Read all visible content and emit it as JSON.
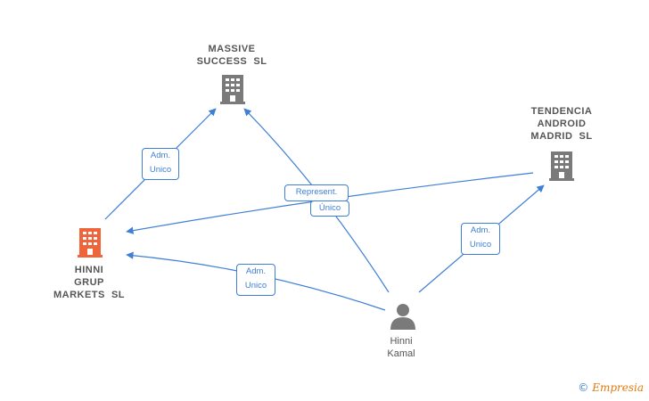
{
  "colors": {
    "edge": "#3f7fd6",
    "company_gray": "#7a7a7a",
    "company_highlight": "#f0643c",
    "person_gray": "#7a7a7a"
  },
  "nodes": {
    "massive": {
      "label": "MASSIVE\nSUCCESS  SL",
      "icon": "building-icon"
    },
    "tendencia": {
      "label": "TENDENCIA\nANDROID\nMADRID  SL",
      "icon": "building-icon"
    },
    "hinni_grup": {
      "label": "HINNI\nGRUP\nMARKETS  SL",
      "icon": "building-icon",
      "highlighted": true
    },
    "hinni_kamal": {
      "label": "Hinni\nKamal",
      "icon": "person-icon"
    }
  },
  "edges": {
    "grup_to_massive": {
      "label": "Adm.\nUnico"
    },
    "kamal_to_massive": {
      "label": "Represent."
    },
    "tendencia_to_grup": {
      "label": "Único"
    },
    "kamal_to_tendencia": {
      "label": "Adm.\nUnico"
    },
    "kamal_to_grup": {
      "label": "Adm.\nUnico"
    }
  },
  "watermark": {
    "copyright": "©",
    "brand": "Empresia"
  }
}
